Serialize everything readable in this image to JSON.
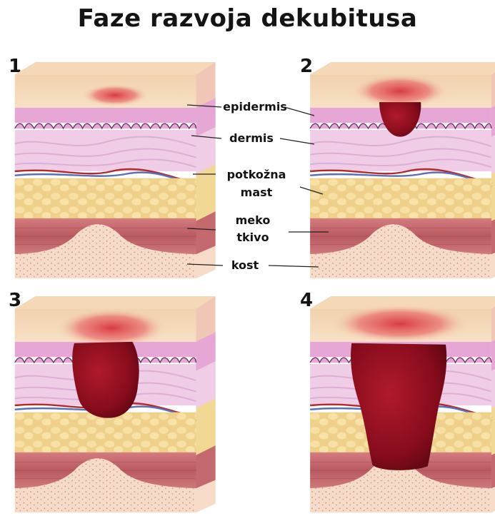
{
  "title": "Faze razvoja dekubitusa",
  "stages": [
    {
      "number": "1"
    },
    {
      "number": "2"
    },
    {
      "number": "3"
    },
    {
      "number": "4"
    }
  ],
  "layers": {
    "epidermis": "epidermis",
    "dermis": "dermis",
    "fat_line1": "potkožna",
    "fat_line2": "mast",
    "soft_line1": "meko",
    "soft_line2": "tkivo",
    "bone": "kost"
  },
  "colors": {
    "skin_top": "#f3d6b4",
    "epidermis": "#e6a6d6",
    "dermis": "#efcde6",
    "fat": "#f2d895",
    "muscle": "#c4696e",
    "bone": "#f6dcc8",
    "wound": "#8e0f20"
  }
}
